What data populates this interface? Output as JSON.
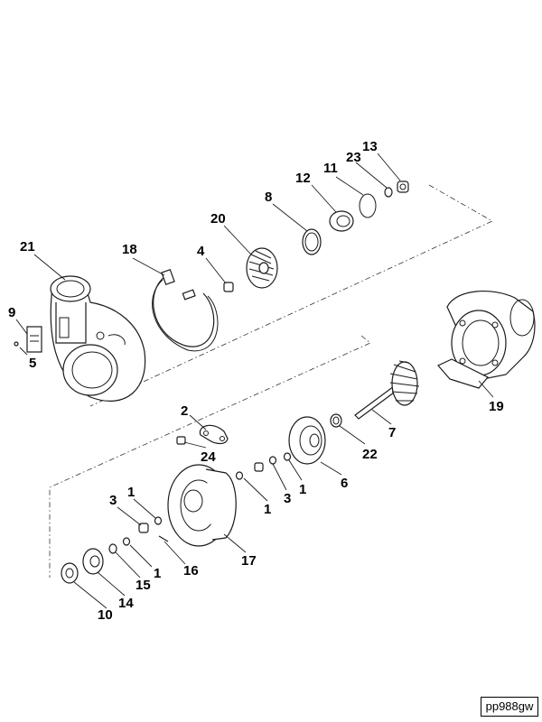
{
  "diagram": {
    "callouts": [
      "21",
      "9",
      "5",
      "18",
      "4",
      "20",
      "8",
      "12",
      "11",
      "23",
      "13",
      "19",
      "7",
      "2",
      "24",
      "22",
      "6",
      "1",
      "3",
      "1",
      "3",
      "1",
      "17",
      "16",
      "1",
      "15",
      "14",
      "10"
    ],
    "reference_code": "pp988gw"
  }
}
